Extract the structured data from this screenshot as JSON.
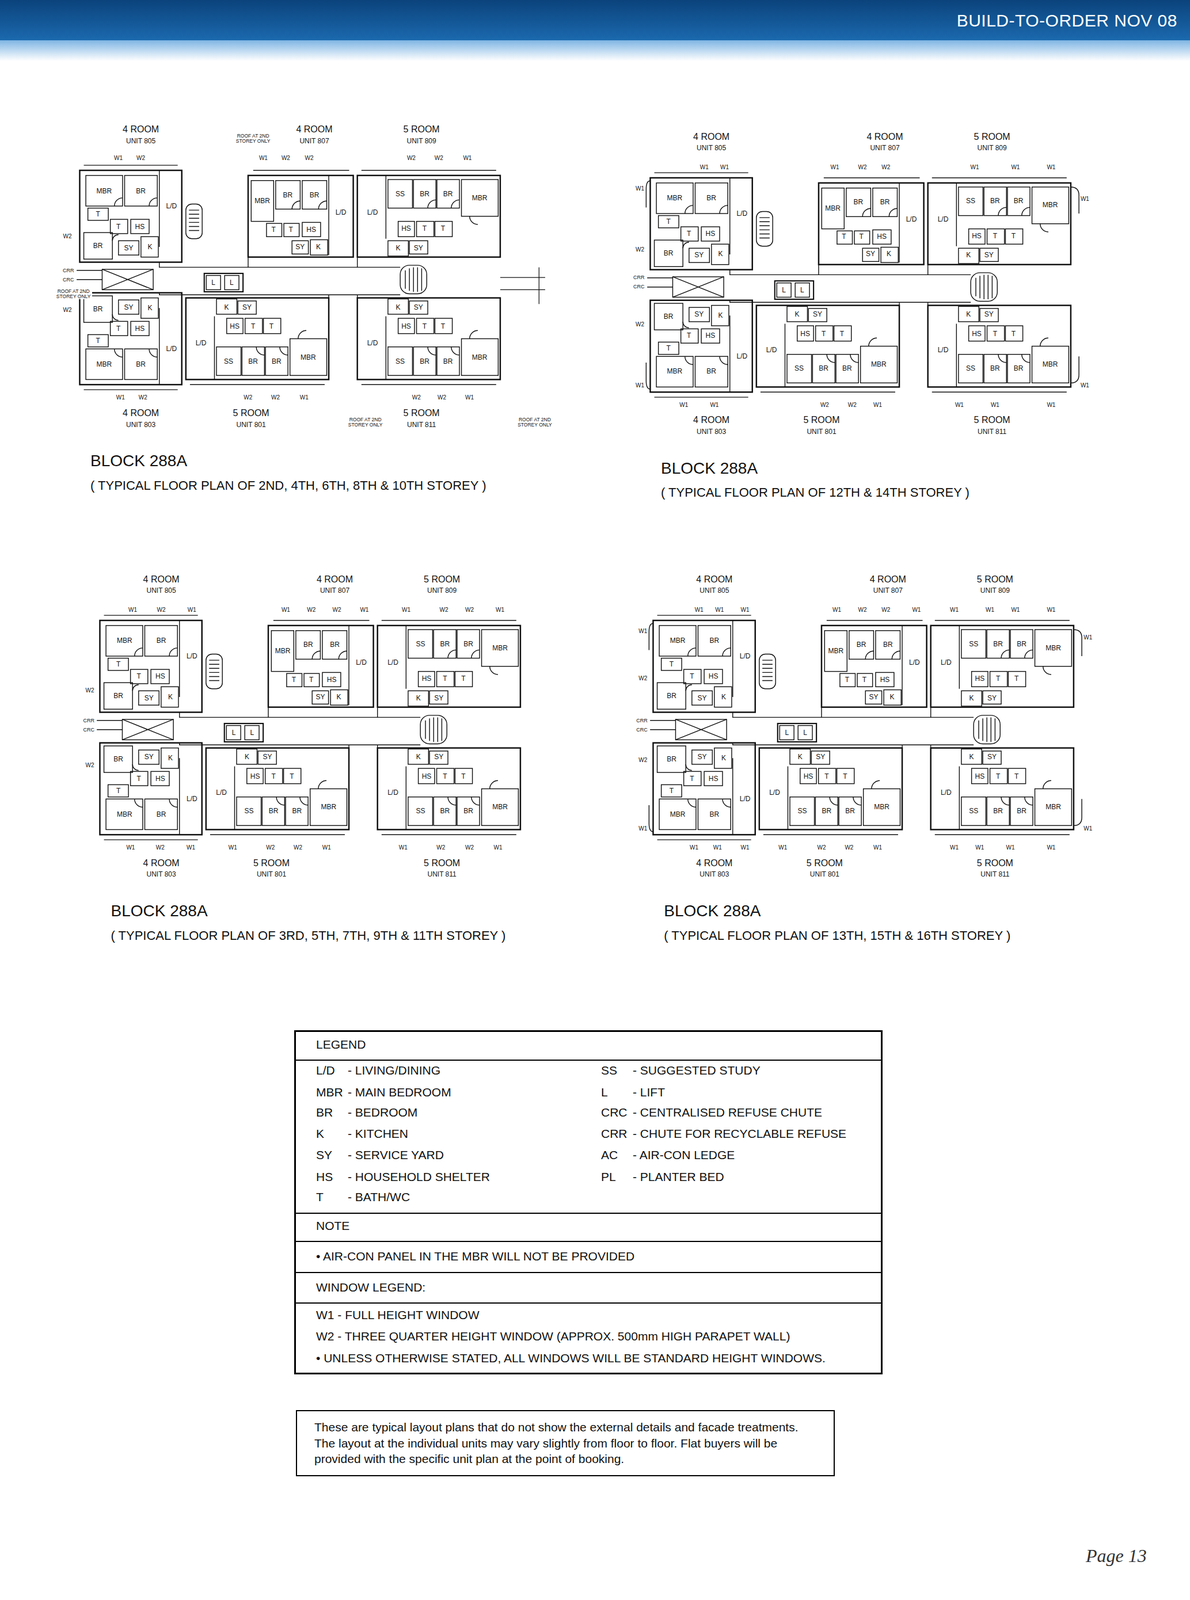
{
  "diagram": {
    "nodes": [
      {
        "text": [
          "LEGEND",
          "L/D",
          "- LIVING/DINING",
          "MBR",
          "- MAIN BEDROOM",
          "BR",
          "- BEDROOM",
          "K",
          "- KITCHEN",
          "SY",
          "- SERVICE YARD",
          "HS",
          "- HOUSEHOLD SHELTER",
          "T",
          "- BATH/WC",
          "SS",
          "- SUGGESTED STUDY",
          "L",
          "- LIFT",
          "CRC",
          "- CENTRALISED REFUSE CHUTE",
          "CRR",
          "- CHUTE FOR RECYCLABLE REFUSE",
          "AC",
          "- AIR-CON LEDGE",
          "PL",
          "- PLANTER BED",
          "NOTE",
          "• AIR-CON PANEL IN THE MBR WILL NOT BE PROVIDED",
          "WINDOW LEGEND:",
          "W1 - FULL HEIGHT WINDOW",
          "W2 - THREE QUARTER HEIGHT WINDOW (APPROX. 500mm HIGH PARAPET WALL)",
          "• UNLESS OTHERWISE STATED, ALL WINDOWS WILL BE STANDARD HEIGHT WINDOWS."
        ]
      },
      {
        "text": [
          "These are typical layout plans that do not show the external details and facade treatments. The layout at the individual units may vary slightly from floor to floor. Flat buyers will be provided with the specific unit plan at the point of booking."
        ]
      }
    ],
    "labels": [
      "BUILD-TO-ORDER NOV 08",
      "4 ROOM",
      "UNIT 805",
      "4 ROOM",
      "UNIT 807",
      "5 ROOM",
      "UNIT 809",
      "MBR",
      "BR",
      "L/D",
      "T",
      "T",
      "HS",
      "BR",
      "SY",
      "K",
      "MBR",
      "BR",
      "BR",
      "L/D",
      "T",
      "T",
      "HS",
      "SY",
      "K",
      "L/D",
      "SS",
      "BR",
      "BR",
      "MBR",
      "HS",
      "T",
      "T",
      "K",
      "SY",
      "L",
      "L",
      "CRR",
      "CRC",
      "SY",
      "K",
      "BR",
      "T",
      "HS",
      "T",
      "MBR",
      "BR",
      "L/D",
      "L/D",
      "K",
      "SY",
      "HS",
      "T",
      "T",
      "SS",
      "BR",
      "BR",
      "MBR",
      "L/D",
      "K",
      "SY",
      "HS",
      "T",
      "T",
      "SS",
      "BR",
      "BR",
      "MBR",
      "4 ROOM",
      "UNIT 803",
      "5 ROOM",
      "UNIT 801",
      "5 ROOM",
      "UNIT 811",
      "W1",
      "W2",
      "W1",
      "W2",
      "W2",
      "W2",
      "W2",
      "W1",
      "W2",
      "W2",
      "W1",
      "W2",
      "W2",
      "W2",
      "W1",
      "W2",
      "W2",
      "W1",
      "ROOF AT 2ND STOREY ONLY",
      "ROOF AT 2ND STOREY ONLY",
      "ROOF AT 2ND STOREY ONLY",
      "ROOF AT 2ND STOREY ONLY",
      "BLOCK 288A",
      "( TYPICAL FLOOR PLAN OF 2ND, 4TH, 6TH, 8TH & 10TH STOREY )",
      "4 ROOM",
      "UNIT 805",
      "4 ROOM",
      "UNIT 807",
      "5 ROOM",
      "UNIT 809",
      "MBR",
      "BR",
      "L/D",
      "T",
      "T",
      "HS",
      "BR",
      "SY",
      "K",
      "MBR",
      "BR",
      "BR",
      "L/D",
      "T",
      "T",
      "HS",
      "SY",
      "K",
      "L/D",
      "SS",
      "BR",
      "BR",
      "MBR",
      "HS",
      "T",
      "T",
      "K",
      "SY",
      "L",
      "L",
      "CRR",
      "CRC",
      "SY",
      "K",
      "BR",
      "T",
      "HS",
      "T",
      "MBR",
      "BR",
      "L/D",
      "L/D",
      "K",
      "SY",
      "HS",
      "T",
      "T",
      "SS",
      "BR",
      "BR",
      "MBR",
      "L/D",
      "K",
      "SY",
      "HS",
      "T",
      "T",
      "SS",
      "BR",
      "BR",
      "MBR",
      "4 ROOM",
      "UNIT 803",
      "5 ROOM",
      "UNIT 801",
      "5 ROOM",
      "UNIT 811",
      "W1",
      "W1",
      "W1",
      "W2",
      "W2",
      "W1",
      "W1",
      "W1",
      "W1",
      "W2",
      "W2",
      "W1",
      "W1",
      "W1",
      "W1",
      "W1",
      "W2",
      "W2",
      "W1",
      "W1",
      "W1",
      "W1",
      "BLOCK 288A",
      "( TYPICAL FLOOR PLAN OF 12TH & 14TH STOREY )",
      "4 ROOM",
      "UNIT 805",
      "4 ROOM",
      "UNIT 807",
      "5 ROOM",
      "UNIT 809",
      "MBR",
      "BR",
      "L/D",
      "T",
      "T",
      "HS",
      "BR",
      "SY",
      "K",
      "MBR",
      "BR",
      "BR",
      "L/D",
      "T",
      "T",
      "HS",
      "SY",
      "K",
      "L/D",
      "SS",
      "BR",
      "BR",
      "MBR",
      "HS",
      "T",
      "T",
      "K",
      "SY",
      "L",
      "L",
      "CRR",
      "CRC",
      "SY",
      "K",
      "BR",
      "T",
      "HS",
      "T",
      "MBR",
      "BR",
      "L/D",
      "L/D",
      "K",
      "SY",
      "HS",
      "T",
      "T",
      "SS",
      "BR",
      "BR",
      "MBR",
      "L/D",
      "K",
      "SY",
      "HS",
      "T",
      "T",
      "SS",
      "BR",
      "BR",
      "MBR",
      "4 ROOM",
      "UNIT 803",
      "5 ROOM",
      "UNIT 801",
      "5 ROOM",
      "UNIT 811",
      "W1",
      "W2",
      "W1",
      "W1",
      "W2",
      "W2",
      "W1",
      "W1",
      "W2",
      "W2",
      "W1",
      "W2",
      "W2",
      "W1",
      "W2",
      "W1",
      "W1",
      "W2",
      "W2",
      "W1",
      "W1",
      "W2",
      "W2",
      "W1",
      "BLOCK 288A",
      "( TYPICAL FLOOR PLAN OF 3RD, 5TH, 7TH, 9TH & 11TH STOREY )",
      "4 ROOM",
      "UNIT 805",
      "4 ROOM",
      "UNIT 807",
      "5 ROOM",
      "UNIT 809",
      "MBR",
      "BR",
      "L/D",
      "T",
      "T",
      "HS",
      "BR",
      "SY",
      "K",
      "MBR",
      "BR",
      "BR",
      "L/D",
      "T",
      "T",
      "HS",
      "SY",
      "K",
      "L/D",
      "SS",
      "BR",
      "BR",
      "MBR",
      "HS",
      "T",
      "T",
      "K",
      "SY",
      "L",
      "L",
      "CRR",
      "CRC",
      "SY",
      "K",
      "BR",
      "T",
      "HS",
      "T",
      "MBR",
      "BR",
      "L/D",
      "L/D",
      "K",
      "SY",
      "HS",
      "T",
      "T",
      "SS",
      "BR",
      "BR",
      "MBR",
      "L/D",
      "K",
      "SY",
      "HS",
      "T",
      "T",
      "SS",
      "BR",
      "BR",
      "MBR",
      "4 ROOM",
      "UNIT 803",
      "5 ROOM",
      "UNIT 801",
      "5 ROOM",
      "UNIT 811",
      "W1",
      "W1",
      "W1",
      "W1",
      "W2",
      "W2",
      "W1",
      "W1",
      "W1",
      "W1",
      "W1",
      "W1",
      "W2",
      "W2",
      "W1",
      "W1",
      "W1",
      "W1",
      "W1",
      "W1",
      "W1",
      "W2",
      "W2",
      "W1",
      "W1",
      "W1",
      "W1",
      "W1",
      "BLOCK 288A",
      "( TYPICAL FLOOR PLAN OF 13TH, 15TH & 16TH STOREY )",
      "Page 13"
    ]
  }
}
